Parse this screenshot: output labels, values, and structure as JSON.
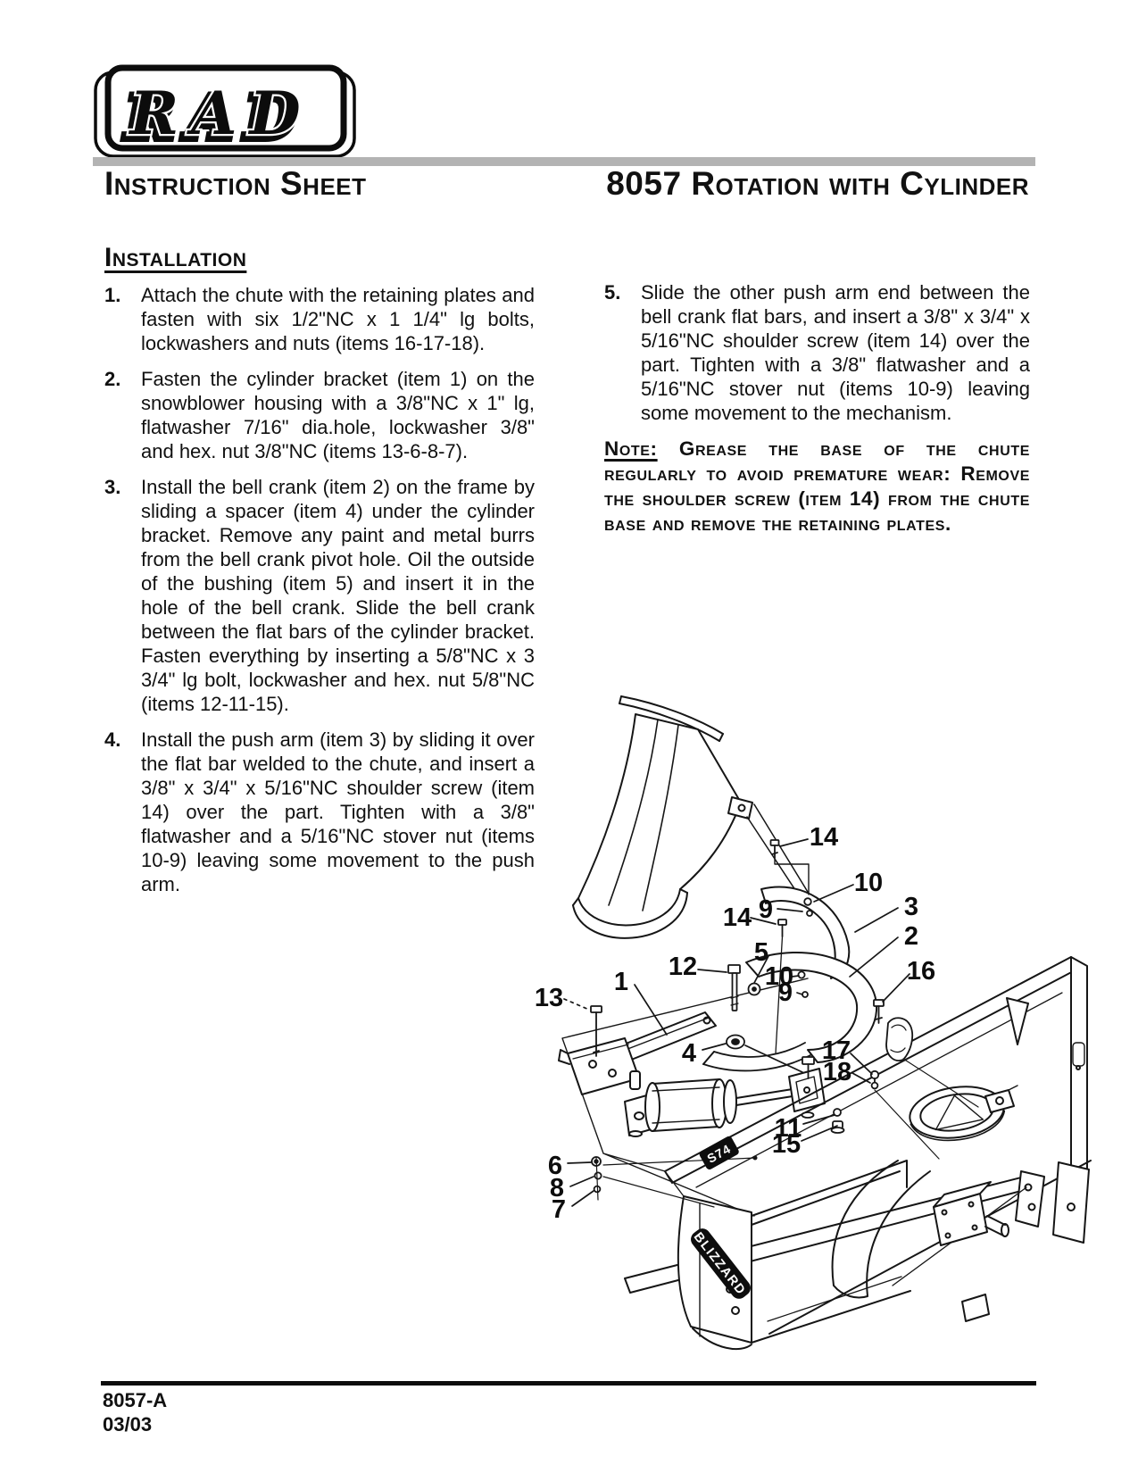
{
  "header": {
    "logo_text": "RAD",
    "doc_type": "Instruction Sheet",
    "doc_title": "8057 Rotation with Cylinder",
    "divider_color": "#b3b3b3"
  },
  "installation": {
    "heading": "Installation",
    "steps": [
      {
        "num": "1.",
        "text": "Attach the chute with the retaining plates and fasten with six 1/2\"NC x 1 1/4\" lg bolts, lockwashers and nuts (items 16-17-18)."
      },
      {
        "num": "2.",
        "text": "Fasten the cylinder bracket (item 1) on the snowblower housing with a 3/8\"NC x 1\" lg, flatwasher 7/16\" dia.hole, lockwasher 3/8\" and hex. nut 3/8\"NC (items 13-6-8-7)."
      },
      {
        "num": "3.",
        "text": "Install the bell crank (item 2) on the frame by sliding a spacer (item 4) under the cylinder bracket. Remove any paint and metal burrs from the bell crank pivot hole. Oil the outside of the bushing (item 5) and insert it in the hole of the bell crank. Slide the bell crank between the flat bars of the cylinder bracket. Fasten everything by inserting a 5/8\"NC x 3 3/4\" lg bolt, lockwasher and hex. nut 5/8\"NC (items 12-11-15)."
      },
      {
        "num": "4.",
        "text": "Install the push arm (item 3) by sliding it over the flat bar welded to the chute, and insert a 3/8\" x 3/4\" x 5/16\"NC shoulder screw (item 14) over the part. Tighten with a 3/8\" flatwasher and a 5/16\"NC stover nut (items 10-9) leaving some movement to the push arm."
      },
      {
        "num": "5.",
        "text": "Slide the other push arm end between the bell crank flat bars, and insert a 3/8\" x 3/4\" x 5/16\"NC shoulder screw (item 14) over the part. Tighten with a 3/8\" flatwasher and a 5/16\"NC stover nut (items 10-9) leaving some movement to the mechanism."
      }
    ],
    "note_label": "Note:",
    "note_text": "Grease the base of the chute regularly to avoid premature wear: Remove the shoulder screw (item 14) from the chute base and remove the retaining plates."
  },
  "diagram": {
    "callouts": [
      {
        "n": "14"
      },
      {
        "n": "10"
      },
      {
        "n": "9"
      },
      {
        "n": "14"
      },
      {
        "n": "3"
      },
      {
        "n": "2"
      },
      {
        "n": "5"
      },
      {
        "n": "12"
      },
      {
        "n": "1"
      },
      {
        "n": "13"
      },
      {
        "n": "16"
      },
      {
        "n": "10"
      },
      {
        "n": "9"
      },
      {
        "n": "4"
      },
      {
        "n": "17"
      },
      {
        "n": "18"
      },
      {
        "n": "11"
      },
      {
        "n": "15"
      },
      {
        "n": "6"
      },
      {
        "n": "8"
      },
      {
        "n": "7"
      }
    ],
    "plate_labels": {
      "brand": "BLIZZARD",
      "model": "S74"
    }
  },
  "footer": {
    "doc_code": "8057-A",
    "date": "03/03"
  }
}
